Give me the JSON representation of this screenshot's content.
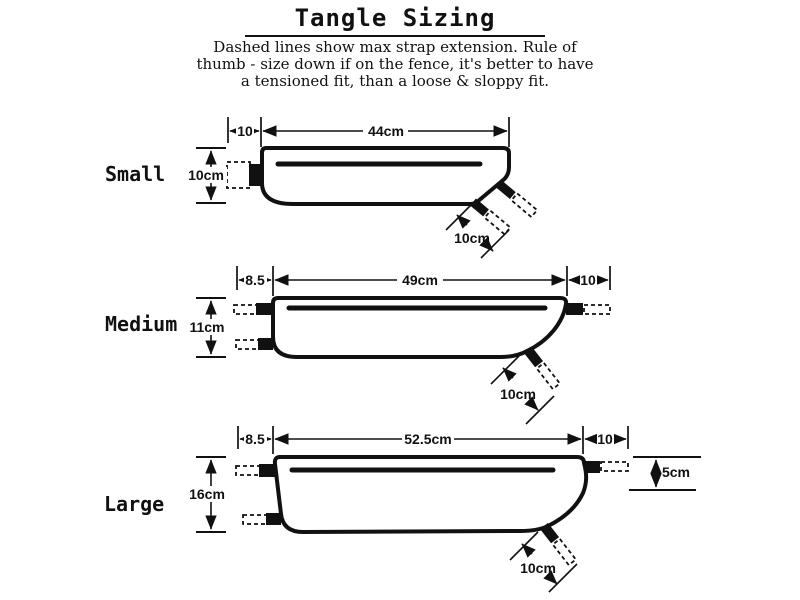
{
  "header": {
    "title": "Tangle Sizing",
    "subtitle_lines": [
      "Dashed lines show max strap extension. Rule of",
      "thumb - size down if on the fence, it's better to have",
      "a tensioned fit, than a loose & sloppy fit."
    ]
  },
  "sizes": [
    {
      "label": "Small",
      "top_offset": "10",
      "top_width": "44cm",
      "height": "10cm",
      "strap_extension": "10cm"
    },
    {
      "label": "Medium",
      "top_offset": "8.5",
      "top_width": "49cm",
      "top_right_offset": "10",
      "height": "11cm",
      "strap_extension": "10cm"
    },
    {
      "label": "Large",
      "top_offset": "8.5",
      "top_width": "52.5cm",
      "top_right_offset": "10",
      "height": "16cm",
      "right_drop": "5cm",
      "strap_extension": "10cm"
    }
  ],
  "colors": {
    "ink": "#111111",
    "background": "#ffffff"
  }
}
